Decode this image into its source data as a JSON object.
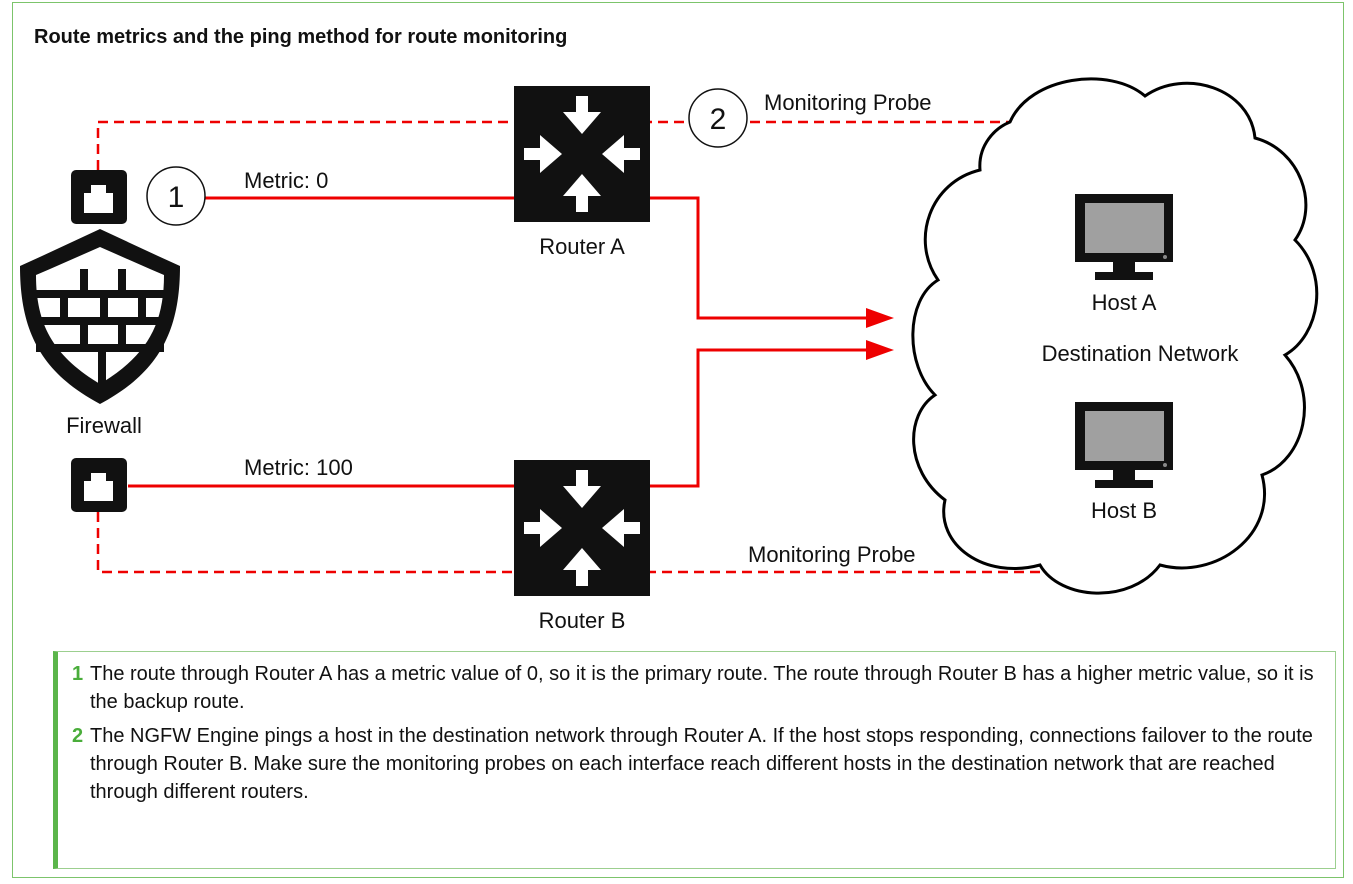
{
  "title": "Route metrics and the ping method for route monitoring",
  "diagram": {
    "firewall_label": "Firewall",
    "router_a_label": "Router A",
    "router_b_label": "Router B",
    "metric_a_label": "Metric: 0",
    "metric_b_label": "Metric: 100",
    "probe_a_label": "Monitoring Probe",
    "probe_b_label": "Monitoring Probe",
    "host_a_label": "Host A",
    "host_b_label": "Host B",
    "network_label": "Destination Network",
    "marker_1": "1",
    "marker_2": "2",
    "colors": {
      "route": "#ee0000",
      "accent": "#4aad3b",
      "device": "#111111"
    }
  },
  "callouts": [
    {
      "number": "1",
      "text": "The route through Router A has a metric value of 0, so it is the primary route. The route through Router B has a higher metric value, so it is the backup route."
    },
    {
      "number": "2",
      "text": "The NGFW Engine pings a host in the destination network through Router A. If the host stops responding, connections failover to the route through Router B. Make sure the monitoring probes on each interface reach different hosts in the destination network that are reached through different routers."
    }
  ]
}
